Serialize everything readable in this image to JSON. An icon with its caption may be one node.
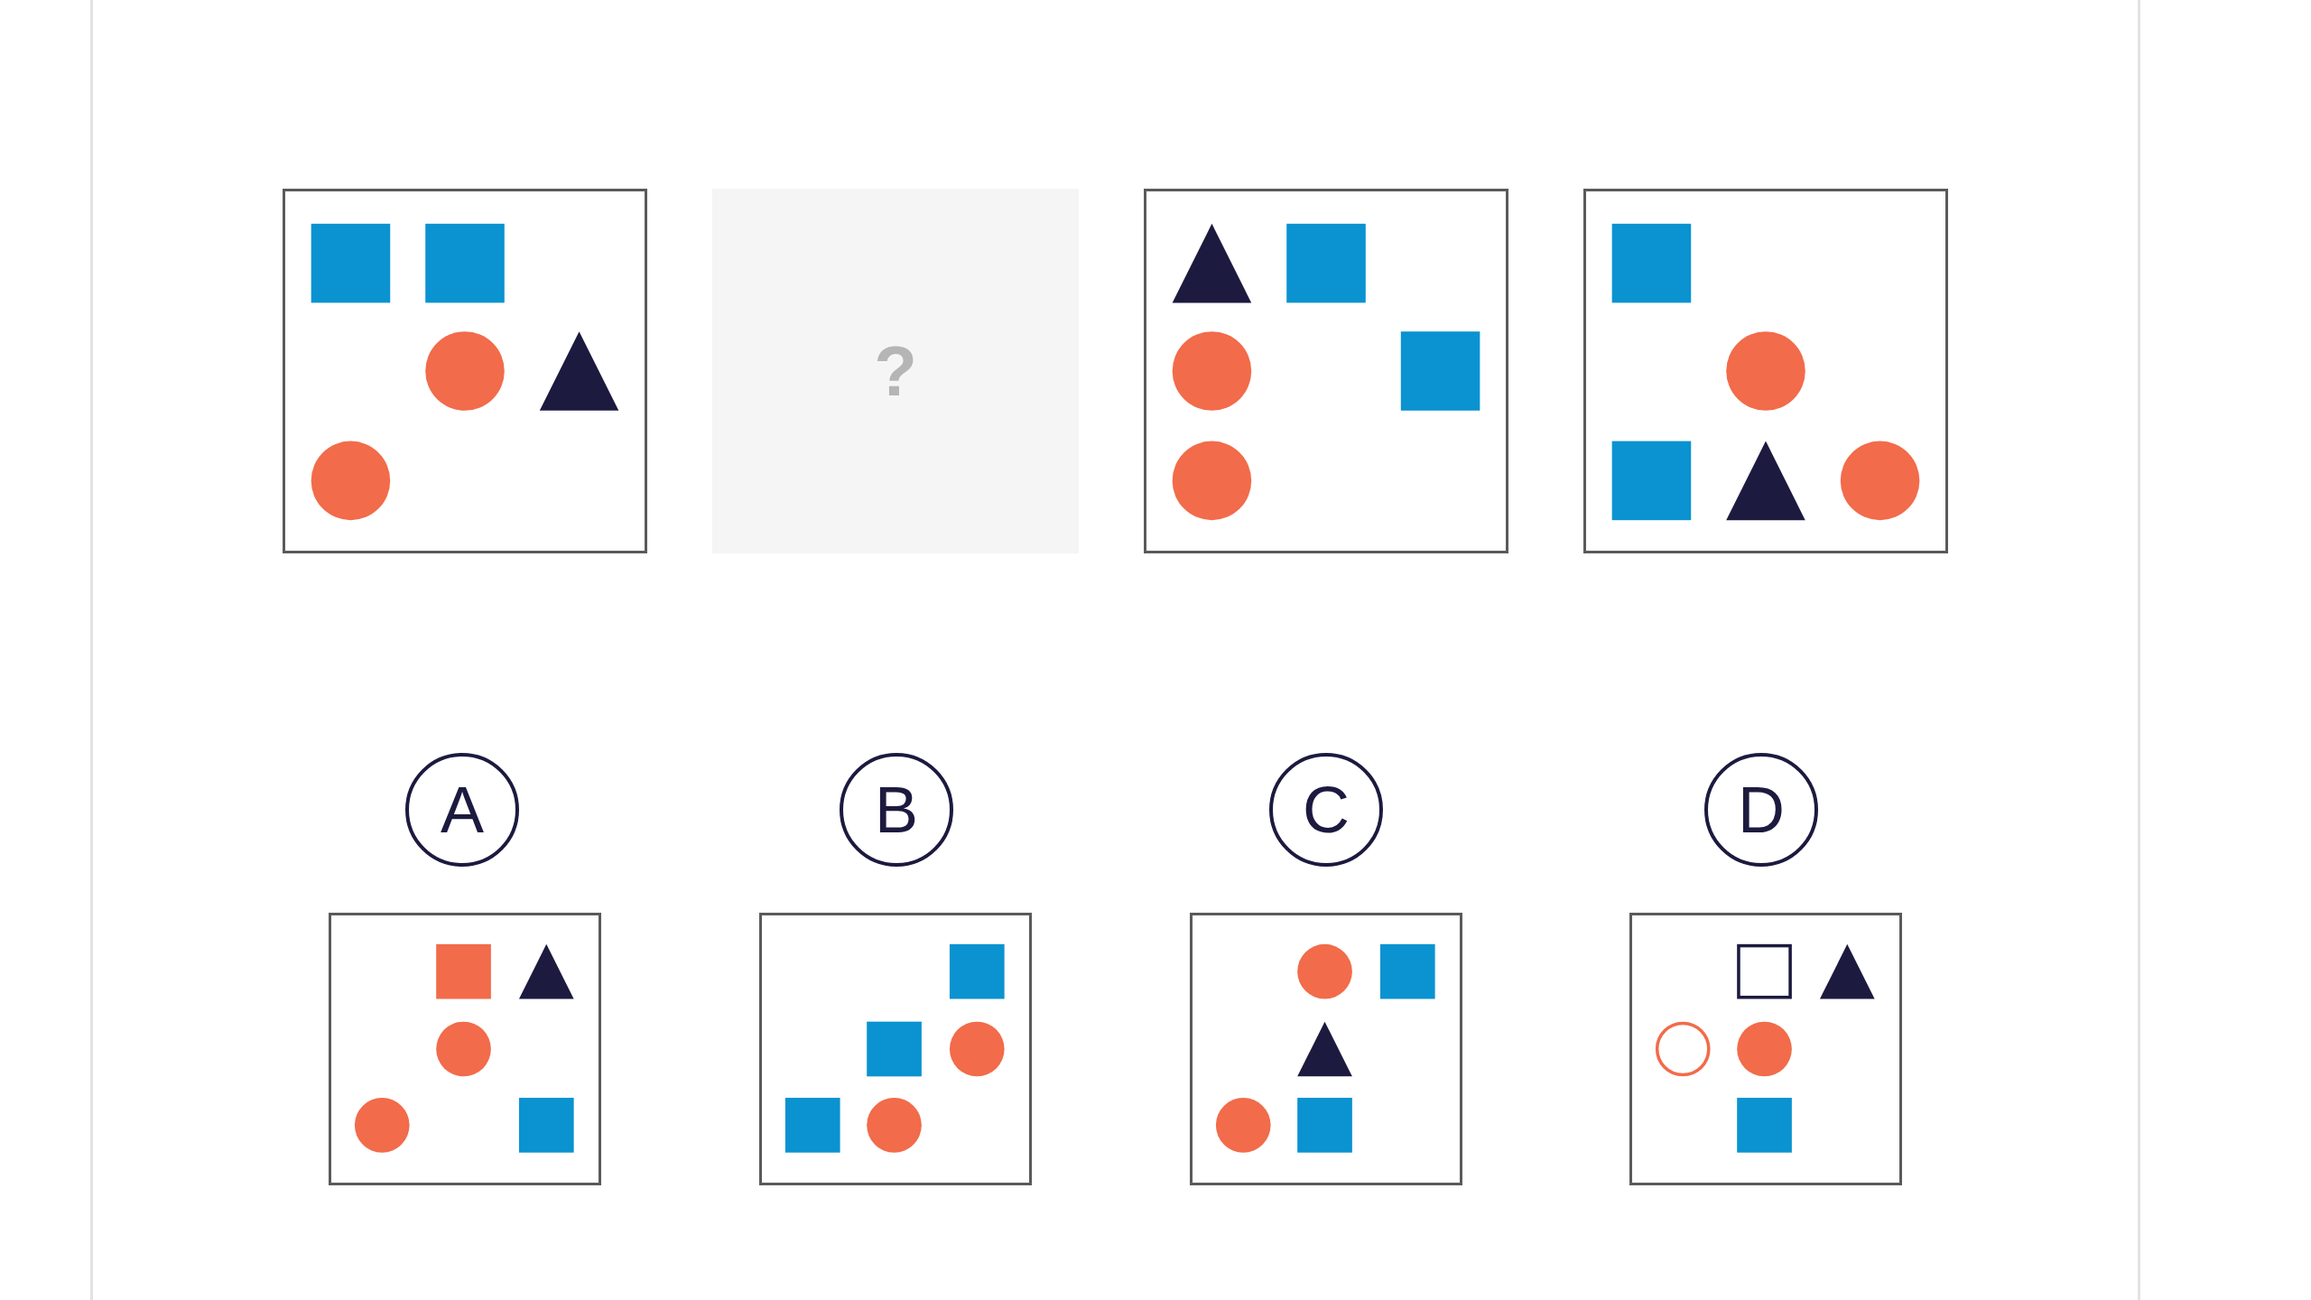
{
  "diagram": {
    "nodes": [
      {
        "text": [],
        "shape": "box"
      },
      {
        "text": [
          "?"
        ]
      },
      {
        "text": [],
        "shape": "box"
      },
      {
        "text": [],
        "shape": "box"
      },
      {
        "text": [
          "A"
        ]
      },
      {
        "text": [
          "B"
        ]
      },
      {
        "text": [
          "C"
        ]
      },
      {
        "text": [
          "D"
        ]
      },
      {
        "text": [],
        "shape": "box"
      },
      {
        "text": [],
        "shape": "box"
      },
      {
        "text": [],
        "shape": "box"
      },
      {
        "text": [],
        "shape": "box"
      }
    ]
  }
}
